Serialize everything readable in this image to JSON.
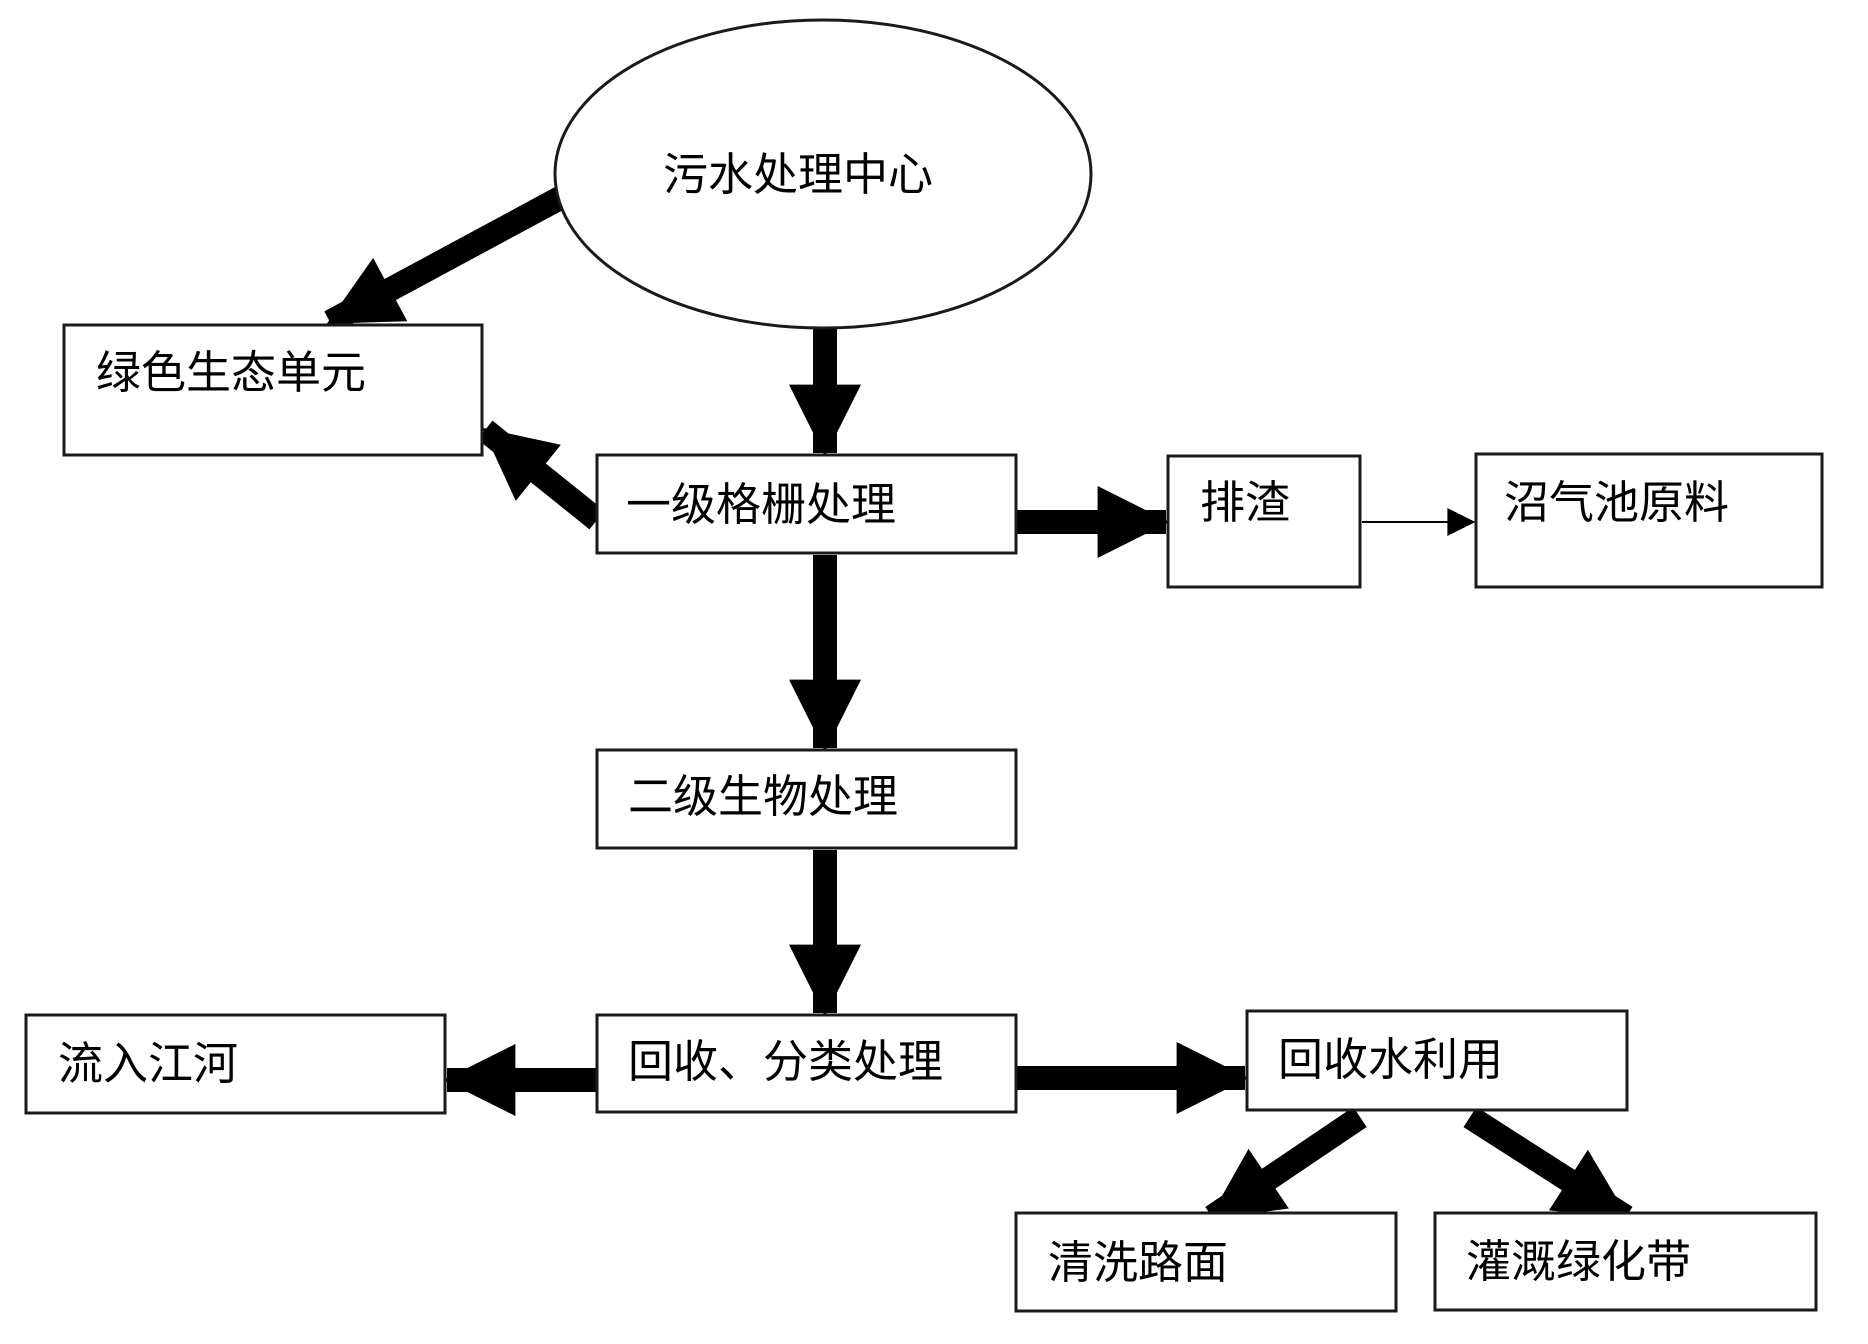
{
  "nodes": {
    "center": "污水处理中心",
    "green_unit": "绿色生态单元",
    "primary_screen": "一级格栅处理",
    "discharge_slag": "排渣",
    "biogas_material": "沼气池原料",
    "secondary_bio": "二级生物处理",
    "recycle_classify": "回收、分类处理",
    "flow_river": "流入江河",
    "water_reuse": "回收水利用",
    "clean_road": "清洗路面",
    "irrigate_green": "灌溉绿化带"
  },
  "colors": {
    "stroke": "#1a1a1a",
    "arrow": "#000000",
    "background": "#ffffff"
  }
}
